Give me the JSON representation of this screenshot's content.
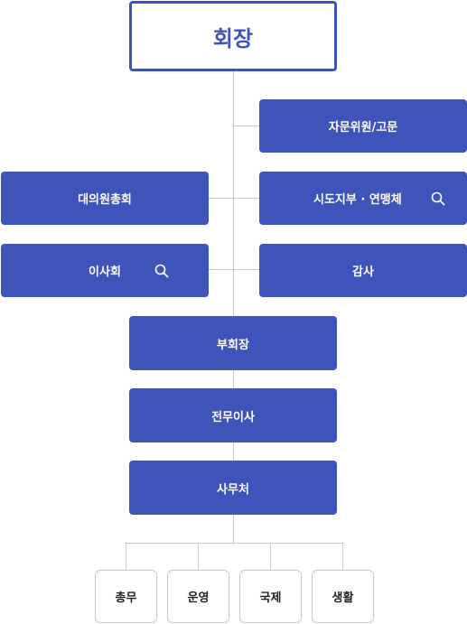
{
  "org": {
    "chairman": "회장",
    "advisory": "자문위원/고문",
    "general_assembly": "대의원총회",
    "branches": "시도지부 · 연맹체",
    "board": "이사회",
    "audit": "감사",
    "vice_chairman": "부회장",
    "executive_director": "전무이사",
    "secretariat": "사무처",
    "departments": [
      "총무",
      "운영",
      "국제",
      "생활"
    ]
  }
}
